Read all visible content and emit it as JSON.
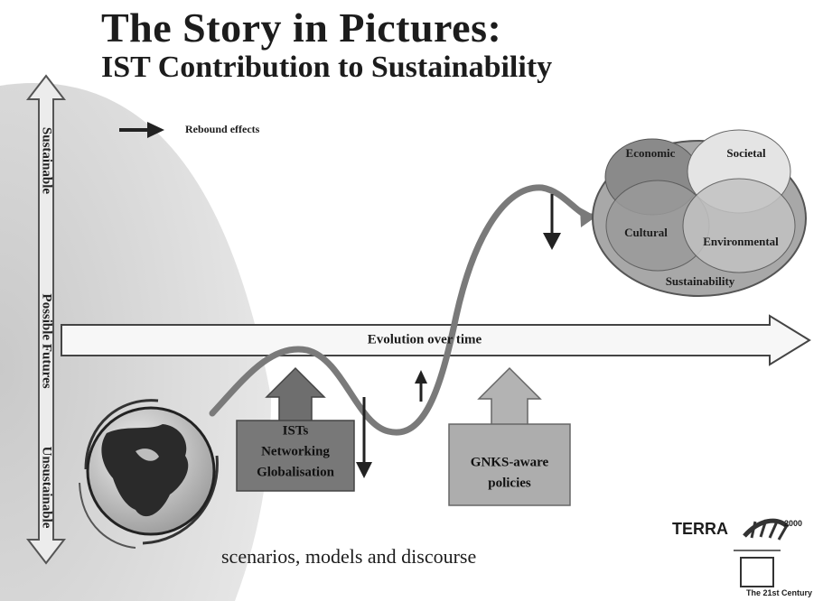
{
  "title": "The Story in Pictures:",
  "subtitle": "IST Contribution to Sustainability",
  "legend": {
    "label": "Rebound effects"
  },
  "axis": {
    "top": "Sustainable",
    "middle": "Possible Futures",
    "bottom": "Unsustainable"
  },
  "timeline": {
    "label": "Evolution over time"
  },
  "drivers": {
    "ist": [
      "ISTs",
      "Networking",
      "Globalisation"
    ],
    "policy": [
      "GNKS-aware",
      "policies"
    ]
  },
  "venn": {
    "economic": "Economic",
    "societal": "Societal",
    "cultural": "Cultural",
    "environmental": "Environmental",
    "sustainability": "Sustainability"
  },
  "footer": {
    "caption": "scenarios, models and discourse"
  },
  "logo": {
    "brand": "TERRA",
    "year": "2000",
    "tagline": "The 21st Century"
  },
  "colors": {
    "curve": "#7a7a7a",
    "ist_box": "#6e6e6e",
    "policy_box": "#a9a9a9",
    "venn_outer": "#a8a8a8",
    "background_arc": "#d6d6d6"
  }
}
